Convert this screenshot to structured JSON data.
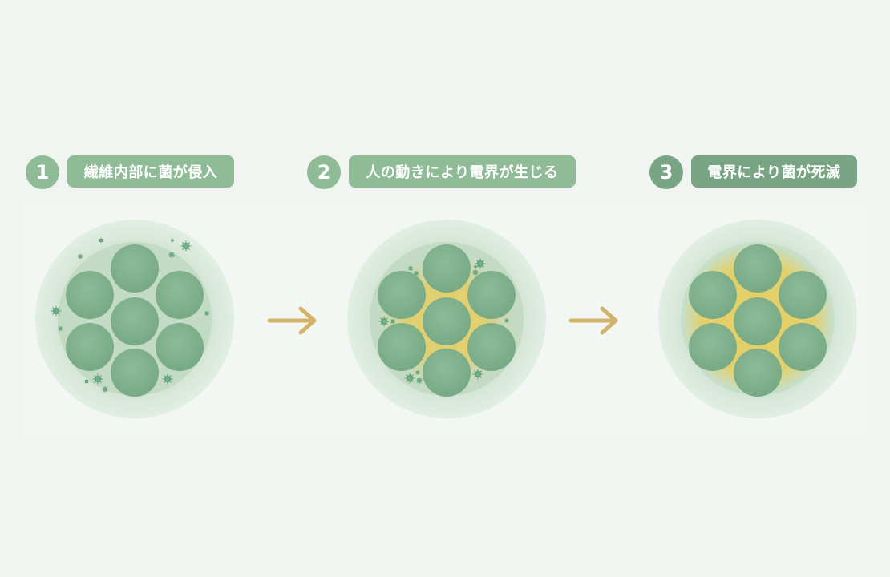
{
  "colors": {
    "background": "#f1f5f1",
    "step_badge_light": "#8fbb96",
    "step_badge_dark": "#79a585",
    "outer_ring": "#dbe9dc",
    "inner_core": "#c4dcc6",
    "fiber": "#83b38f",
    "bacteria": "#5e9e75",
    "electric_field": "#e4cf6a",
    "arrow": "#d3b26a"
  },
  "steps": [
    {
      "number": "1",
      "label": "繊維内部に菌が侵入"
    },
    {
      "number": "2",
      "label": "人の動きにより電界が生じる"
    },
    {
      "number": "3",
      "label": "電界により菌が死滅"
    }
  ],
  "diagrams": [
    {
      "name": "bacteria-invasion",
      "field": "none",
      "bacteria_count": 12
    },
    {
      "name": "electric-field-generated",
      "field": "partial",
      "bacteria_count": 12
    },
    {
      "name": "bacteria-eliminated",
      "field": "full",
      "bacteria_count": 0
    }
  ],
  "arrows": [
    {
      "icon": "arrow-right-icon"
    },
    {
      "icon": "arrow-right-icon"
    }
  ]
}
